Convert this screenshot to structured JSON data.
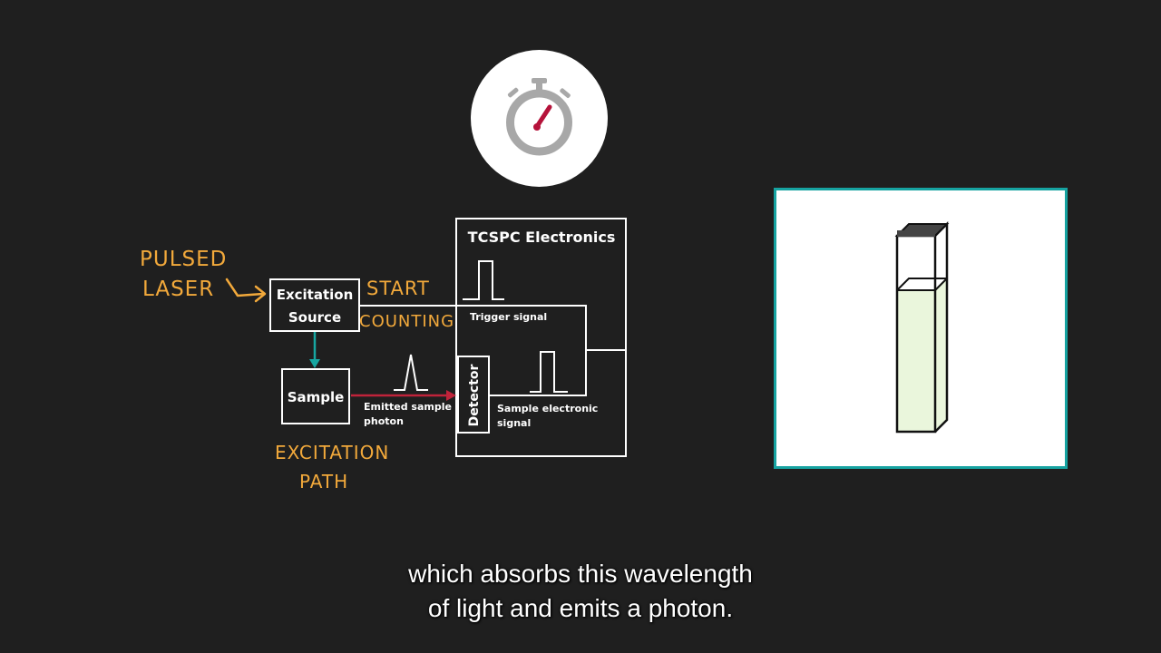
{
  "diagram": {
    "annotations": {
      "pulsed": "PULSED",
      "laser": "LASER",
      "start": "START",
      "counting": "COUNTING",
      "excitation": "EXCITATION",
      "path": "PATH"
    },
    "boxes": {
      "excitation_source_line1": "Excitation",
      "excitation_source_line2": "Source",
      "sample": "Sample",
      "tcspc_title": "TCSPC Electronics",
      "detector": "Detector"
    },
    "labels": {
      "trigger_signal": "Trigger signal",
      "emitted_line1": "Emitted sample",
      "emitted_line2": "photon",
      "sample_signal_line1": "Sample electronic",
      "sample_signal_line2": "signal"
    },
    "colors": {
      "handwriting": "#f2a93b",
      "excitation_arrow": "#17a6a1",
      "emission_arrow": "#c0233a",
      "lines": "#ffffff"
    }
  },
  "stopwatch": {
    "icon": "stopwatch-icon",
    "colors": {
      "body": "#a8a8a8",
      "hand": "#b5123a"
    }
  },
  "cuvette": {
    "icon": "cuvette-icon",
    "colors": {
      "frame": "#16a3a1",
      "liquid": "#eaf6dc",
      "cap": "#444444"
    }
  },
  "subtitles": {
    "line1": "which absorbs this wavelength",
    "line2": "of light and emits a photon."
  }
}
